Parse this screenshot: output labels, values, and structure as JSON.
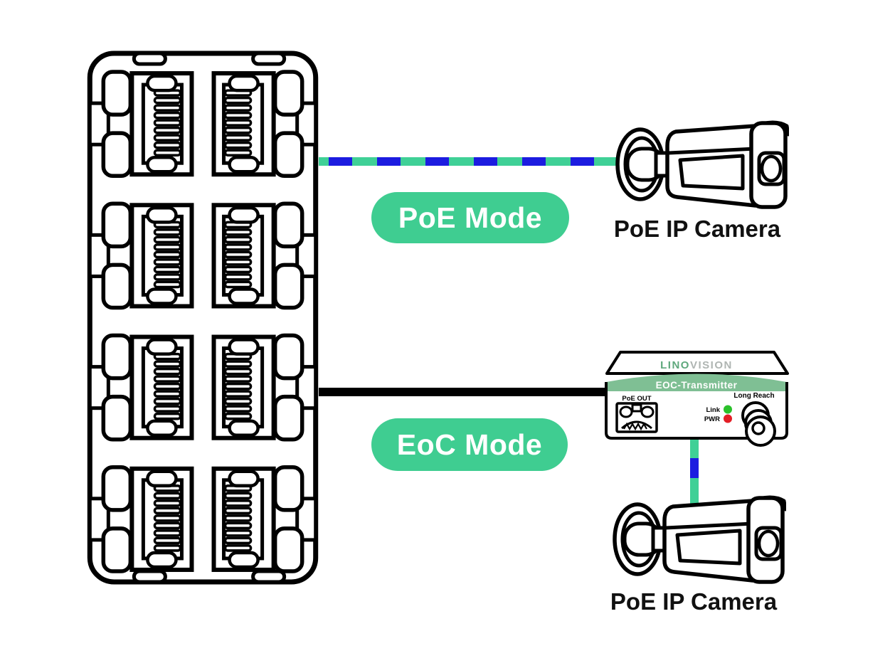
{
  "labels": {
    "poe_mode": "PoE Mode",
    "eoc_mode": "EoC Mode",
    "poe_camera_top": "PoE IP Camera",
    "poe_camera_bottom": "PoE IP Camera"
  },
  "transmitter": {
    "brand_prefix": "LINO",
    "brand_suffix": "VISION",
    "model": "EOC-Transmitter",
    "port_label": "PoE OUT",
    "link_label": "Link",
    "pwr_label": "PWR",
    "connector_label": "Long Reach"
  },
  "switch": {
    "ports": 8,
    "columns": 2,
    "rows": 4
  },
  "colors": {
    "accent_green": "#3FCD91",
    "cable_green": "#3FD096",
    "cable_blue": "#1C1CE0",
    "band_green": "#7FBF94",
    "brand_green": "#5EA87C",
    "brand_gray": "#AFB5B2",
    "led_green": "#2BC12B",
    "led_red": "#E31E26",
    "line_black": "#000000"
  }
}
